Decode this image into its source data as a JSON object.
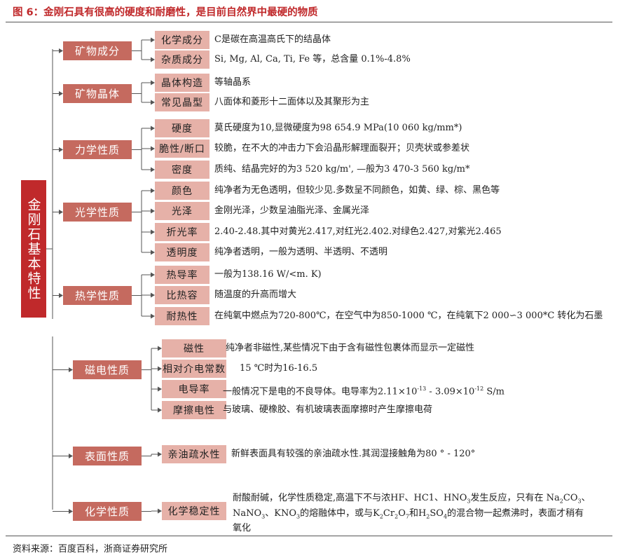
{
  "title": "图 6：金刚石具有很高的硬度和耐磨性，是目前自然界中最硬的物质",
  "root": "金刚石基本特性",
  "source": "资料来源：百度百科，浙商证券研究所",
  "colors": {
    "root": "#c0292b",
    "category": "#c56a5f",
    "subcategory": "#e6b1a8",
    "title": "#c0292b"
  },
  "categories": [
    {
      "label": "矿物成分",
      "items": [
        {
          "label": "化学成分",
          "desc": "C是碳在高温高氏下的结晶体"
        },
        {
          "label": "杂质成分",
          "desc": "Si, Mg, Al, Ca, Ti, Fe 等，总含量 0.1%-4.8%"
        }
      ]
    },
    {
      "label": "矿物晶体",
      "items": [
        {
          "label": "晶体构造",
          "desc": "等轴晶系"
        },
        {
          "label": "常见晶型",
          "desc": "八面体和菱形十二面体以及其聚形为主"
        }
      ]
    },
    {
      "label": "力学性质",
      "items": [
        {
          "label": "硬度",
          "desc": "莫氏硬度为10,显微硬度为98 654.9 MPa(10 060 kg/mm*)"
        },
        {
          "label": "脆性/断口",
          "desc": "较脆，在不大的冲击力下会沿晶形解理面裂开；贝壳状或参差状"
        },
        {
          "label": "密度",
          "desc": "质纯、结晶完好的为3 520 kg/m', —般为3 470-3 560 kg/m*"
        }
      ]
    },
    {
      "label": "光学性质",
      "items": [
        {
          "label": "颜色",
          "desc": "纯净者为无色透明，但较少见.多数呈不同颜色，如黄、绿、棕、黑色等"
        },
        {
          "label": "光泽",
          "desc": "金刚光泽，少数呈油脂光泽、金属光泽"
        },
        {
          "label": "折光率",
          "desc": "2.40-2.48.其中对黄光2.417,对红光2.402.对绿色2.427,对紫光2.465"
        },
        {
          "label": "透明度",
          "desc": "纯净者透明，一般为透明、半透明、不透明"
        }
      ]
    },
    {
      "label": "热学性质",
      "items": [
        {
          "label": "热导率",
          "desc": "一般为138.16 W/<m. K)"
        },
        {
          "label": "比热容",
          "desc": "随温度的升高而增大"
        },
        {
          "label": "耐热性",
          "desc": "在纯氧中燃点为720-800℃，在空气中为850-1000 ℃，在纯氧下2 000∽3 000*C 转化为石墨"
        }
      ]
    },
    {
      "label": "磁电性质",
      "items": [
        {
          "label": "磁性",
          "desc": "纯净者非磁性,某些情况下由于含有磁性包裹体而显示一定磁性"
        },
        {
          "label": "相对介电常数",
          "desc": "15 ℃时为16-16.5"
        },
        {
          "label": "电导率",
          "desc_parts": [
            "一般情况下是电的不良导体。电导率为2.11×10",
            "-13",
            " - 3.09×10",
            "-12",
            " S/m"
          ]
        },
        {
          "label": "摩擦电性",
          "desc": "与玻璃、硬橡胶、有机玻璃表面摩擦时产生摩擦电荷"
        }
      ]
    },
    {
      "label": "表面性质",
      "items": [
        {
          "label": "亲油疏水性",
          "desc": "新鲜表面具有较强的亲油疏水性.其润湿接触角为80 ° - 120°"
        }
      ]
    },
    {
      "label": "化学性质",
      "items": [
        {
          "label": "化学稳定性",
          "desc_lines": [
            [
              "耐酸耐碱，化学性质稳定,高温下不与浓HF、HC1、HNO",
              "3",
              "发生反应，只有在 Na",
              "2",
              "CO",
              "3",
              "、"
            ],
            [
              "NaNO",
              "3",
              "、KNO",
              "3",
              "的熔融体中，或与K",
              "2",
              "Cr",
              "2",
              "O",
              "7",
              "和H",
              "2",
              "SO",
              "4",
              "的混合物一起煮沸时，表面才稍有"
            ],
            [
              "氧化"
            ]
          ]
        }
      ]
    }
  ]
}
